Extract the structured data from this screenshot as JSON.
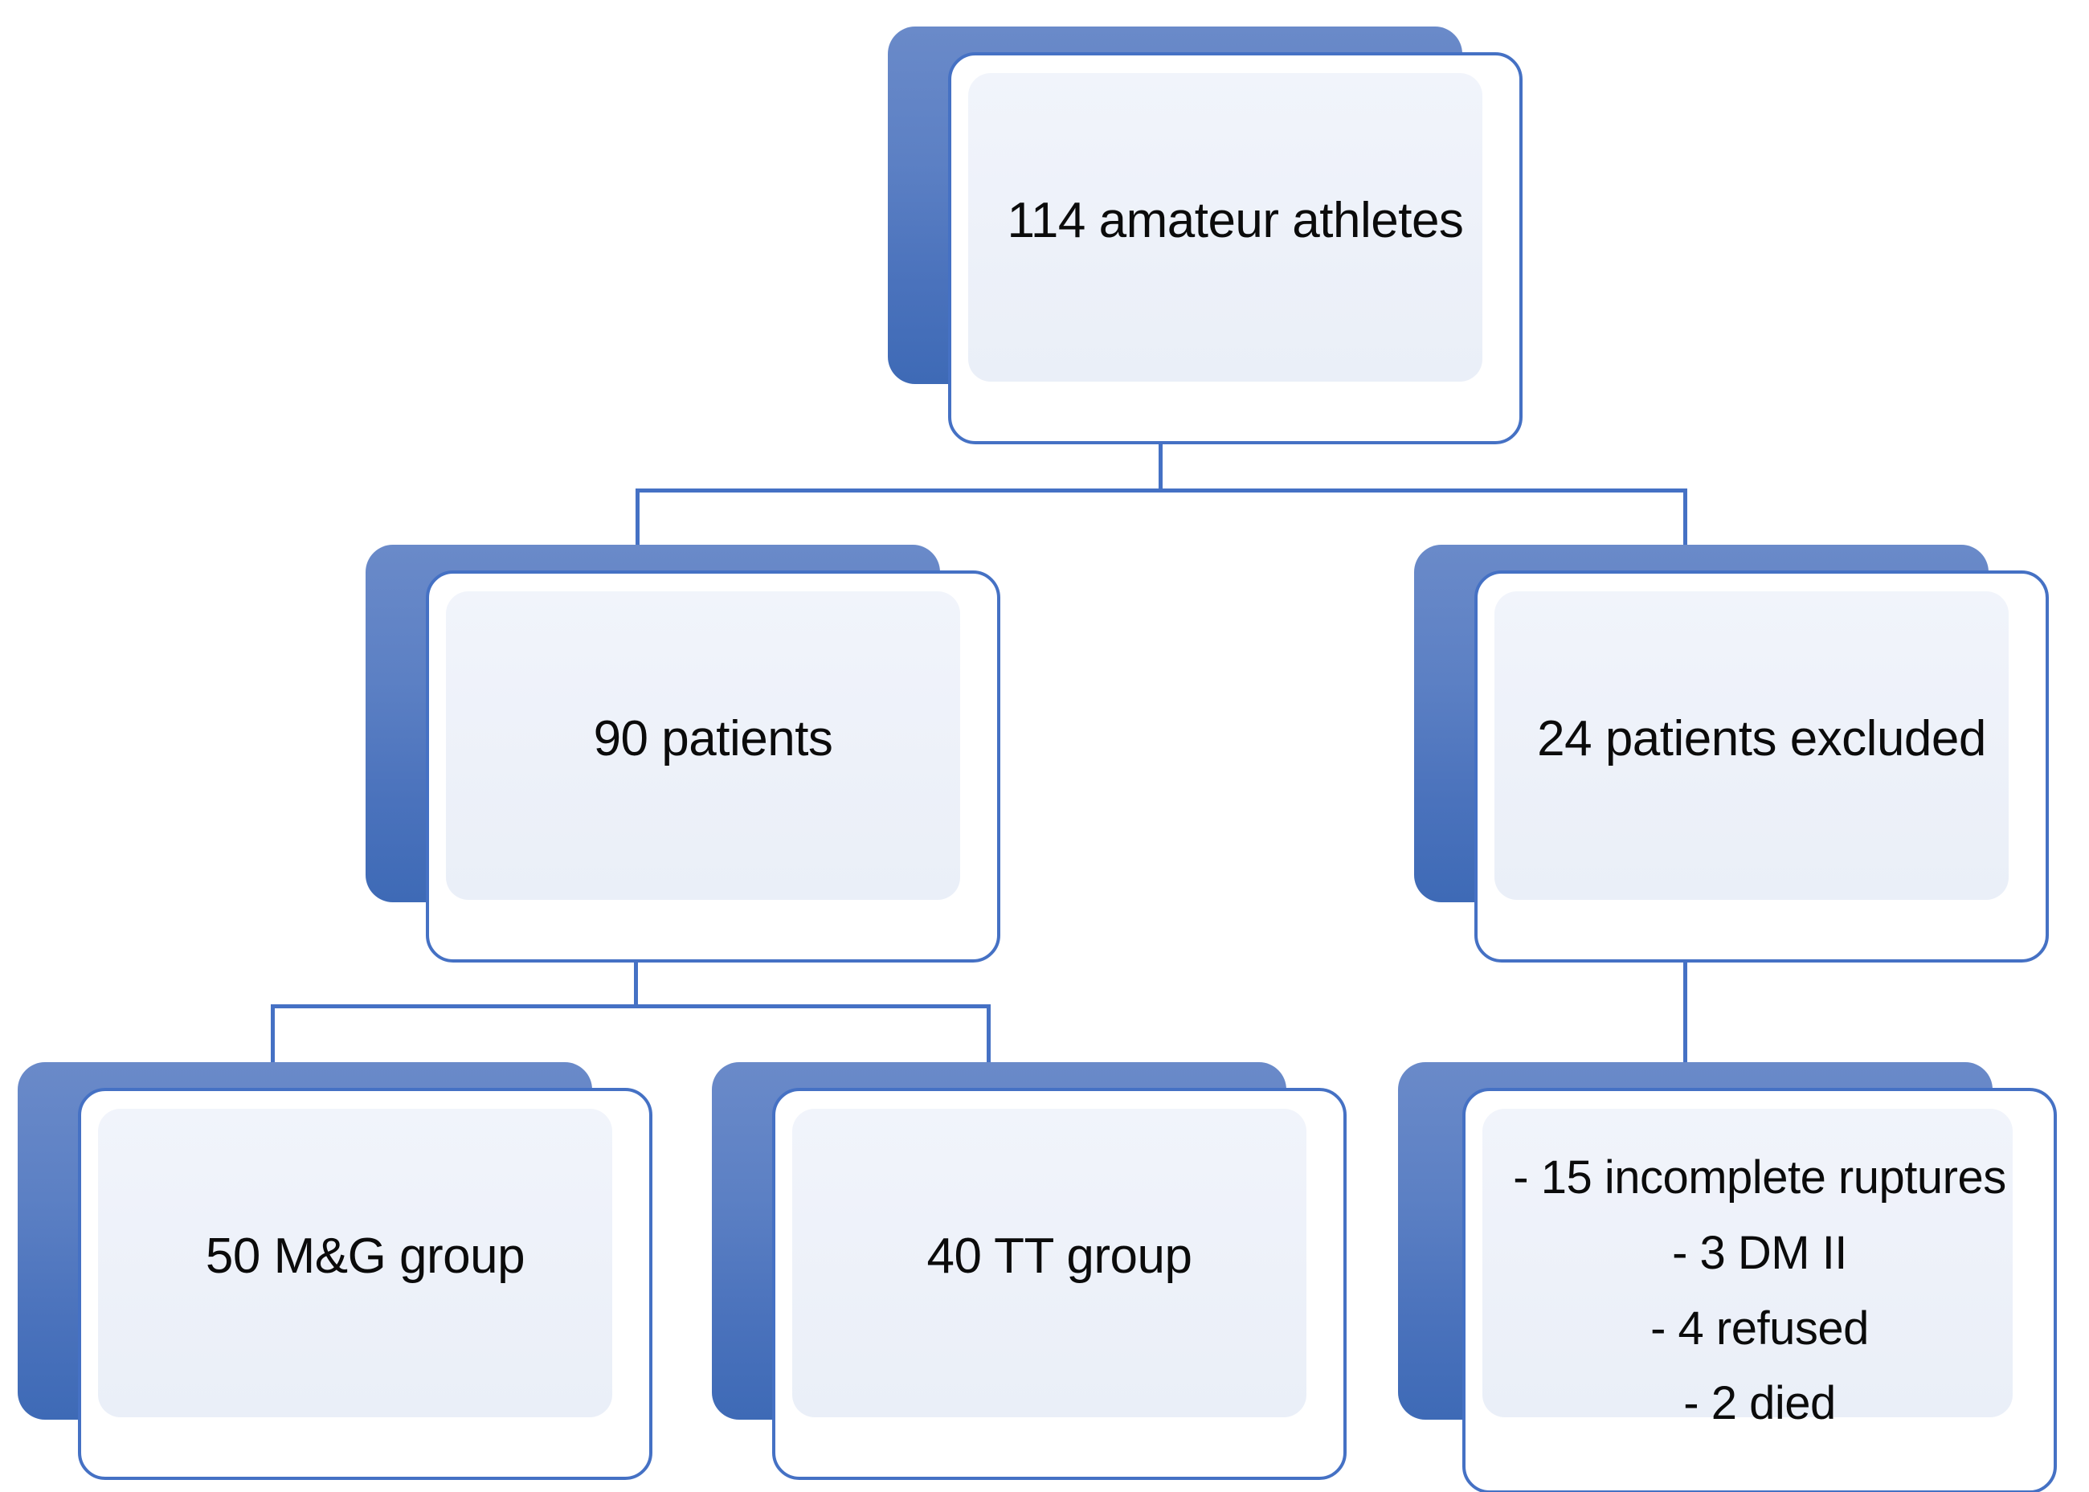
{
  "diagram": {
    "title": "Patient enrollment flow diagram",
    "colors": {
      "plate_top": "#6A8AC9",
      "plate_bottom": "#3E6AB6",
      "card_border": "#4571C4",
      "panel_fill": "#EDF1F9",
      "connector": "#4571C4",
      "text": "#0B0B0B",
      "background": "#FFFFFF"
    },
    "nodes": [
      {
        "id": "root",
        "name": "total-athletes",
        "lines": [
          "114 amateur athletes"
        ]
      },
      {
        "id": "included",
        "name": "included-patients",
        "lines": [
          "90 patients"
        ]
      },
      {
        "id": "excluded",
        "name": "excluded-patients",
        "lines": [
          "24 patients excluded"
        ]
      },
      {
        "id": "mg-group",
        "name": "mg-group",
        "lines": [
          "50 M&G group"
        ]
      },
      {
        "id": "tt-group",
        "name": "tt-group",
        "lines": [
          "40 TT group"
        ]
      },
      {
        "id": "exclusion-reasons",
        "name": "exclusion-reasons",
        "lines": [
          "- 15 incomplete ruptures",
          "- 3 DM II",
          "- 4 refused",
          "- 2 died"
        ]
      }
    ],
    "edges": [
      {
        "from": "root",
        "to": "included"
      },
      {
        "from": "root",
        "to": "excluded"
      },
      {
        "from": "included",
        "to": "mg-group"
      },
      {
        "from": "included",
        "to": "tt-group"
      },
      {
        "from": "excluded",
        "to": "exclusion-reasons"
      }
    ]
  }
}
